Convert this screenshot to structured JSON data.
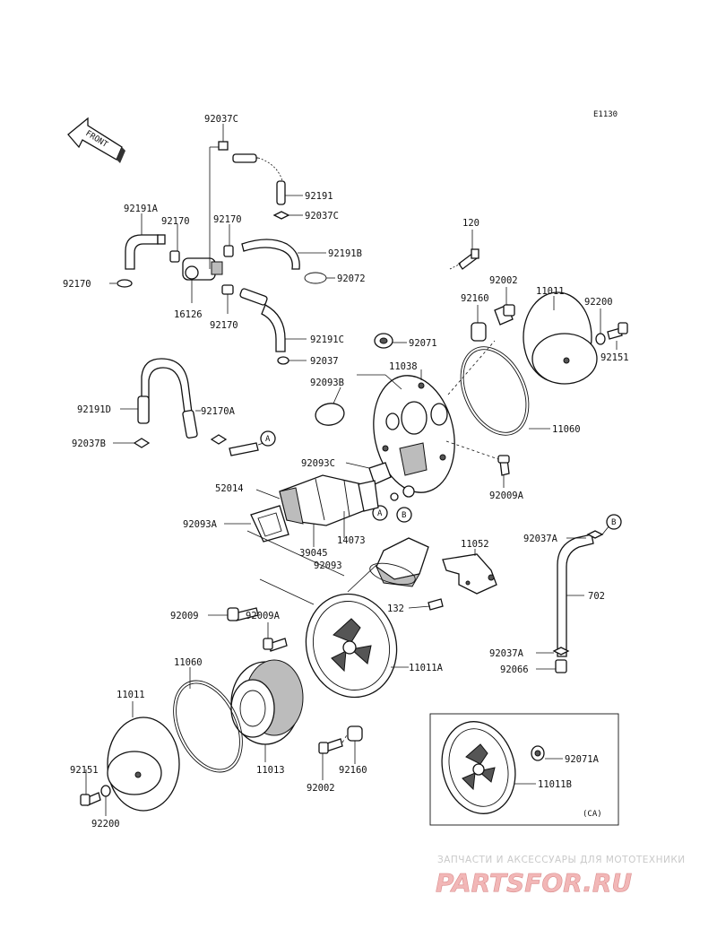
{
  "diagram": {
    "code": "E1130",
    "front_label": "FRONT",
    "inset_label": "(CA)",
    "ref_a": "A",
    "ref_b": "B",
    "labels": {
      "l92037C_top": "92037C",
      "l92191": "92191",
      "l92037C_mid": "92037C",
      "l92191A": "92191A",
      "l92170_a": "92170",
      "l92170_b": "92170",
      "l92191B": "92191B",
      "l92072": "92072",
      "l92170_c": "92170",
      "l16126": "16126",
      "l92170_d": "92170",
      "l92191C": "92191C",
      "l92037": "92037",
      "l120": "120",
      "l92002_top": "92002",
      "l11011_top": "11011",
      "l92160_top": "92160",
      "l92200_top": "92200",
      "l92071": "92071",
      "l92151_top": "92151",
      "l11038": "11038",
      "l92093B": "92093B",
      "l11060_top": "11060",
      "l92191D": "92191D",
      "l92170A": "92170A",
      "l92037B": "92037B",
      "l92093C": "92093C",
      "l92009A_top": "92009A",
      "l52014": "52014",
      "l14073": "14073",
      "l92093A": "92093A",
      "l39045": "39045",
      "l92093": "92093",
      "l92037A_top": "92037A",
      "l11052": "11052",
      "l702": "702",
      "l132": "132",
      "l92009": "92009",
      "l92009A_mid": "92009A",
      "l11011A": "11011A",
      "l92037A_bot": "92037A",
      "l92066": "92066",
      "l11060_bot": "11060",
      "l11011_bot": "11011",
      "l11013": "11013",
      "l92160_bot": "92160",
      "l92151_bot": "92151",
      "l92002_bot": "92002",
      "l92200_bot": "92200",
      "l92071A": "92071A",
      "l11011B": "11011B"
    }
  },
  "watermark": {
    "tagline": "ЗАПЧАСТИ И АКСЕССУАРЫ ДЛЯ МОТОТЕХНИКИ",
    "logo": "PARTSFOR.RU"
  }
}
